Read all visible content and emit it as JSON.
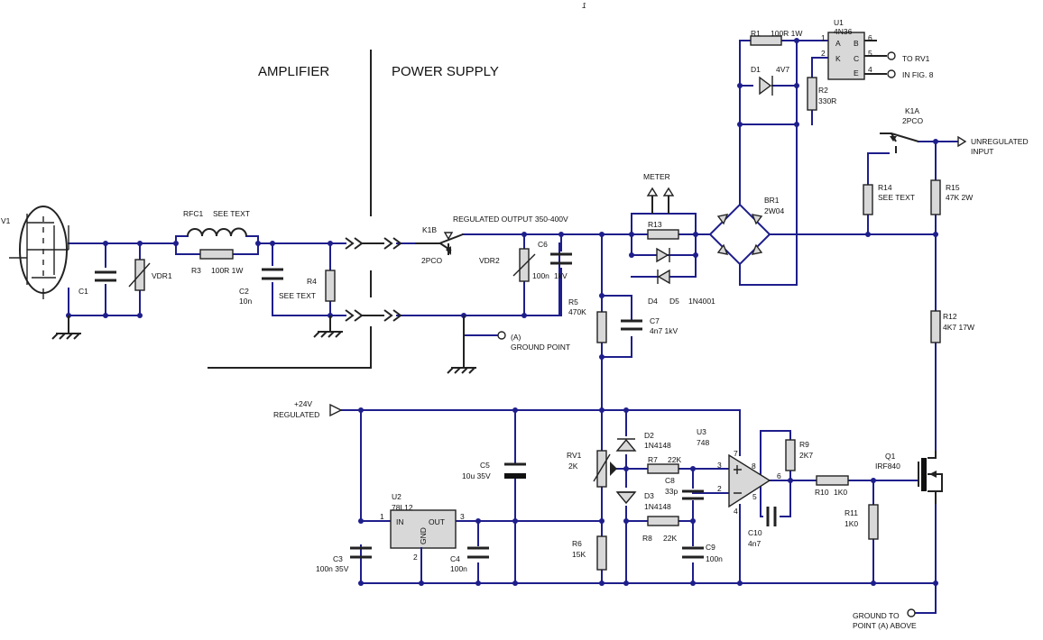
{
  "page_mark": "1",
  "sections": {
    "amplifier": "AMPLIFIER",
    "power_supply": "POWER SUPPLY"
  },
  "labels": {
    "V1": "V1",
    "C1": "C1",
    "VDR1": "VDR1",
    "RFC1": "RFC1",
    "RFC1_value": "SEE TEXT",
    "R3": "R3",
    "R3_value": "100R 1W",
    "C2": "C2",
    "C2_value": "10n",
    "R4": "R4",
    "R4_value": "SEE TEXT",
    "K1B": "K1B",
    "K1B_value": "2PCO",
    "regulated_output": "REGULATED OUTPUT 350-400V",
    "VDR2": "VDR2",
    "C6": "C6",
    "C6_value1": "100n",
    "C6_value2": "1kV",
    "R5": "R5",
    "R5_value": "470K",
    "C7": "C7",
    "C7_value": "4n7  1kV",
    "ground_point_a": "(A)",
    "ground_point": "GROUND POINT",
    "meter": "METER",
    "R13": "R13",
    "D4": "D4",
    "D5": "D5",
    "D_value": "1N4001",
    "BR1": "BR1",
    "BR1_value": "2W04",
    "R1": "R1",
    "R1_value": "100R 1W",
    "D1": "D1",
    "D1_value": "4V7",
    "R2": "R2",
    "R2_value": "330R",
    "U1": "U1",
    "U1_value": "4N36",
    "U1_A": "A",
    "U1_K": "K",
    "U1_B": "B",
    "U1_C": "C",
    "U1_E": "E",
    "U1_pin1": "1",
    "U1_pin2": "2",
    "U1_pin4": "4",
    "U1_pin5": "5",
    "U1_pin6": "6",
    "to_rv1": "TO RV1",
    "in_fig8": "IN FIG. 8",
    "K1A": "K1A",
    "K1A_value": "2PCO",
    "unregulated_input_1": "UNREGULATED",
    "unregulated_input_2": "INPUT",
    "R14": "R14",
    "R14_value": "SEE TEXT",
    "R15": "R15",
    "R15_value": "47K 2W",
    "R12": "R12",
    "R12_value": "4K7 17W",
    "plus24v": "+24V",
    "regulated": "REGULATED",
    "C5": "C5",
    "C5_value": "10u 35V",
    "U2": "U2",
    "U2_value": "78L12",
    "U2_in": "IN",
    "U2_out": "OUT",
    "U2_gnd": "GND",
    "U2_pin1": "1",
    "U2_pin2": "2",
    "U2_pin3": "3",
    "C3": "C3",
    "C3_value": "100n 35V",
    "C4": "C4",
    "C4_value": "100n",
    "RV1": "RV1",
    "RV1_value": "2K",
    "R6": "R6",
    "R6_value": "15K",
    "D2": "D2",
    "D2_value": "1N4148",
    "D3": "D3",
    "D3_value": "1N4148",
    "R7": "R7",
    "R7_value": "22K",
    "R8": "R8",
    "R8_value": "22K",
    "C8": "C8",
    "C8_value": "33p",
    "C9": "C9",
    "C9_value": "100n",
    "U3": "U3",
    "U3_value": "748",
    "U3_pin2": "2",
    "U3_pin3": "3",
    "U3_pin4": "4",
    "U3_pin5": "5",
    "U3_pin6": "6",
    "U3_pin7": "7",
    "U3_pin8": "8",
    "C10": "C10",
    "C10_value": "4n7",
    "R9": "R9",
    "R9_value": "2K7",
    "R10": "R10",
    "R10_value": "1K0",
    "R11": "R11",
    "R11_value": "1K0",
    "Q1": "Q1",
    "Q1_value": "IRF840",
    "ground_to_1": "GROUND TO",
    "ground_to_2": "POINT (A) ABOVE"
  }
}
